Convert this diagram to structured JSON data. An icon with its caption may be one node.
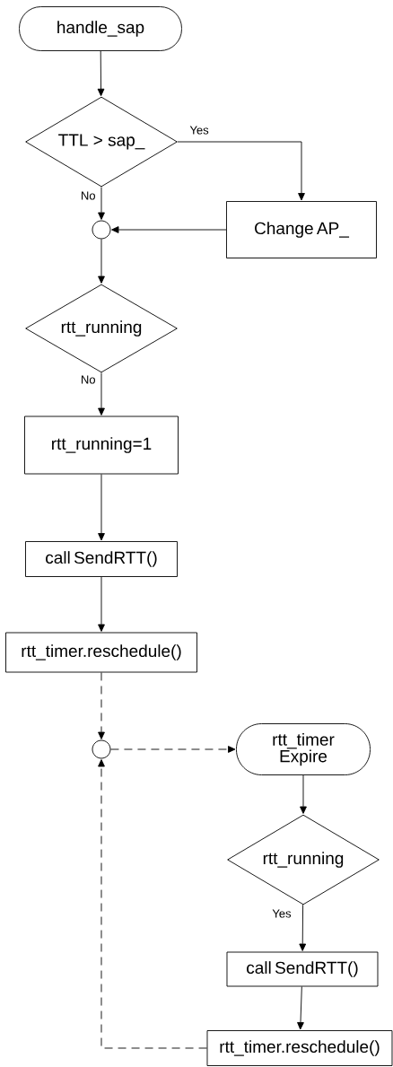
{
  "diagram": {
    "nodes": [
      {
        "text": [
          "handle_sap"
        ]
      },
      {
        "text": [
          "TTL > sap_"
        ]
      },
      {
        "text": [
          "Change AP_"
        ]
      },
      {
        "text": [],
        "shape": "circle"
      },
      {
        "text": [
          "rtt_running"
        ]
      },
      {
        "text": [
          "rtt_running=1"
        ]
      },
      {
        "text": [
          "call SendRTT()"
        ]
      },
      {
        "text": [
          "rtt_timer.reschedule()"
        ]
      },
      {
        "text": [],
        "shape": "circle"
      },
      {
        "text": [
          "rtt_timer Expire"
        ]
      },
      {
        "text": [
          "rtt_running"
        ]
      },
      {
        "text": [
          "call SendRTT()"
        ]
      },
      {
        "text": [
          "rtt_timer.reschedule()"
        ]
      }
    ],
    "edges": [
      {
        "from": 0,
        "to": 1,
        "arrow": "to"
      },
      {
        "from": 1,
        "to": 2,
        "arrow": "to",
        "label": "Yes"
      },
      {
        "from": 1,
        "to": 3,
        "arrow": "to",
        "label": "No"
      },
      {
        "from": 2,
        "to": 3,
        "arrow": "to"
      },
      {
        "from": 3,
        "to": 4,
        "arrow": "to"
      },
      {
        "from": 4,
        "to": 5,
        "arrow": "to",
        "label": "No"
      },
      {
        "from": 5,
        "to": 6,
        "arrow": "to"
      },
      {
        "from": 6,
        "to": 7,
        "arrow": "to"
      },
      {
        "from": 7,
        "to": 8,
        "arrow": "to",
        "style": "dashed"
      },
      {
        "from": 8,
        "to": 9,
        "arrow": "to",
        "style": "dashed"
      },
      {
        "from": 9,
        "to": 10,
        "arrow": "to"
      },
      {
        "from": 10,
        "to": 11,
        "arrow": "to",
        "label": "Yes"
      },
      {
        "from": 11,
        "to": 12,
        "arrow": "to"
      },
      {
        "from": 12,
        "to": 8,
        "arrow": "to",
        "style": "dashed"
      }
    ]
  }
}
